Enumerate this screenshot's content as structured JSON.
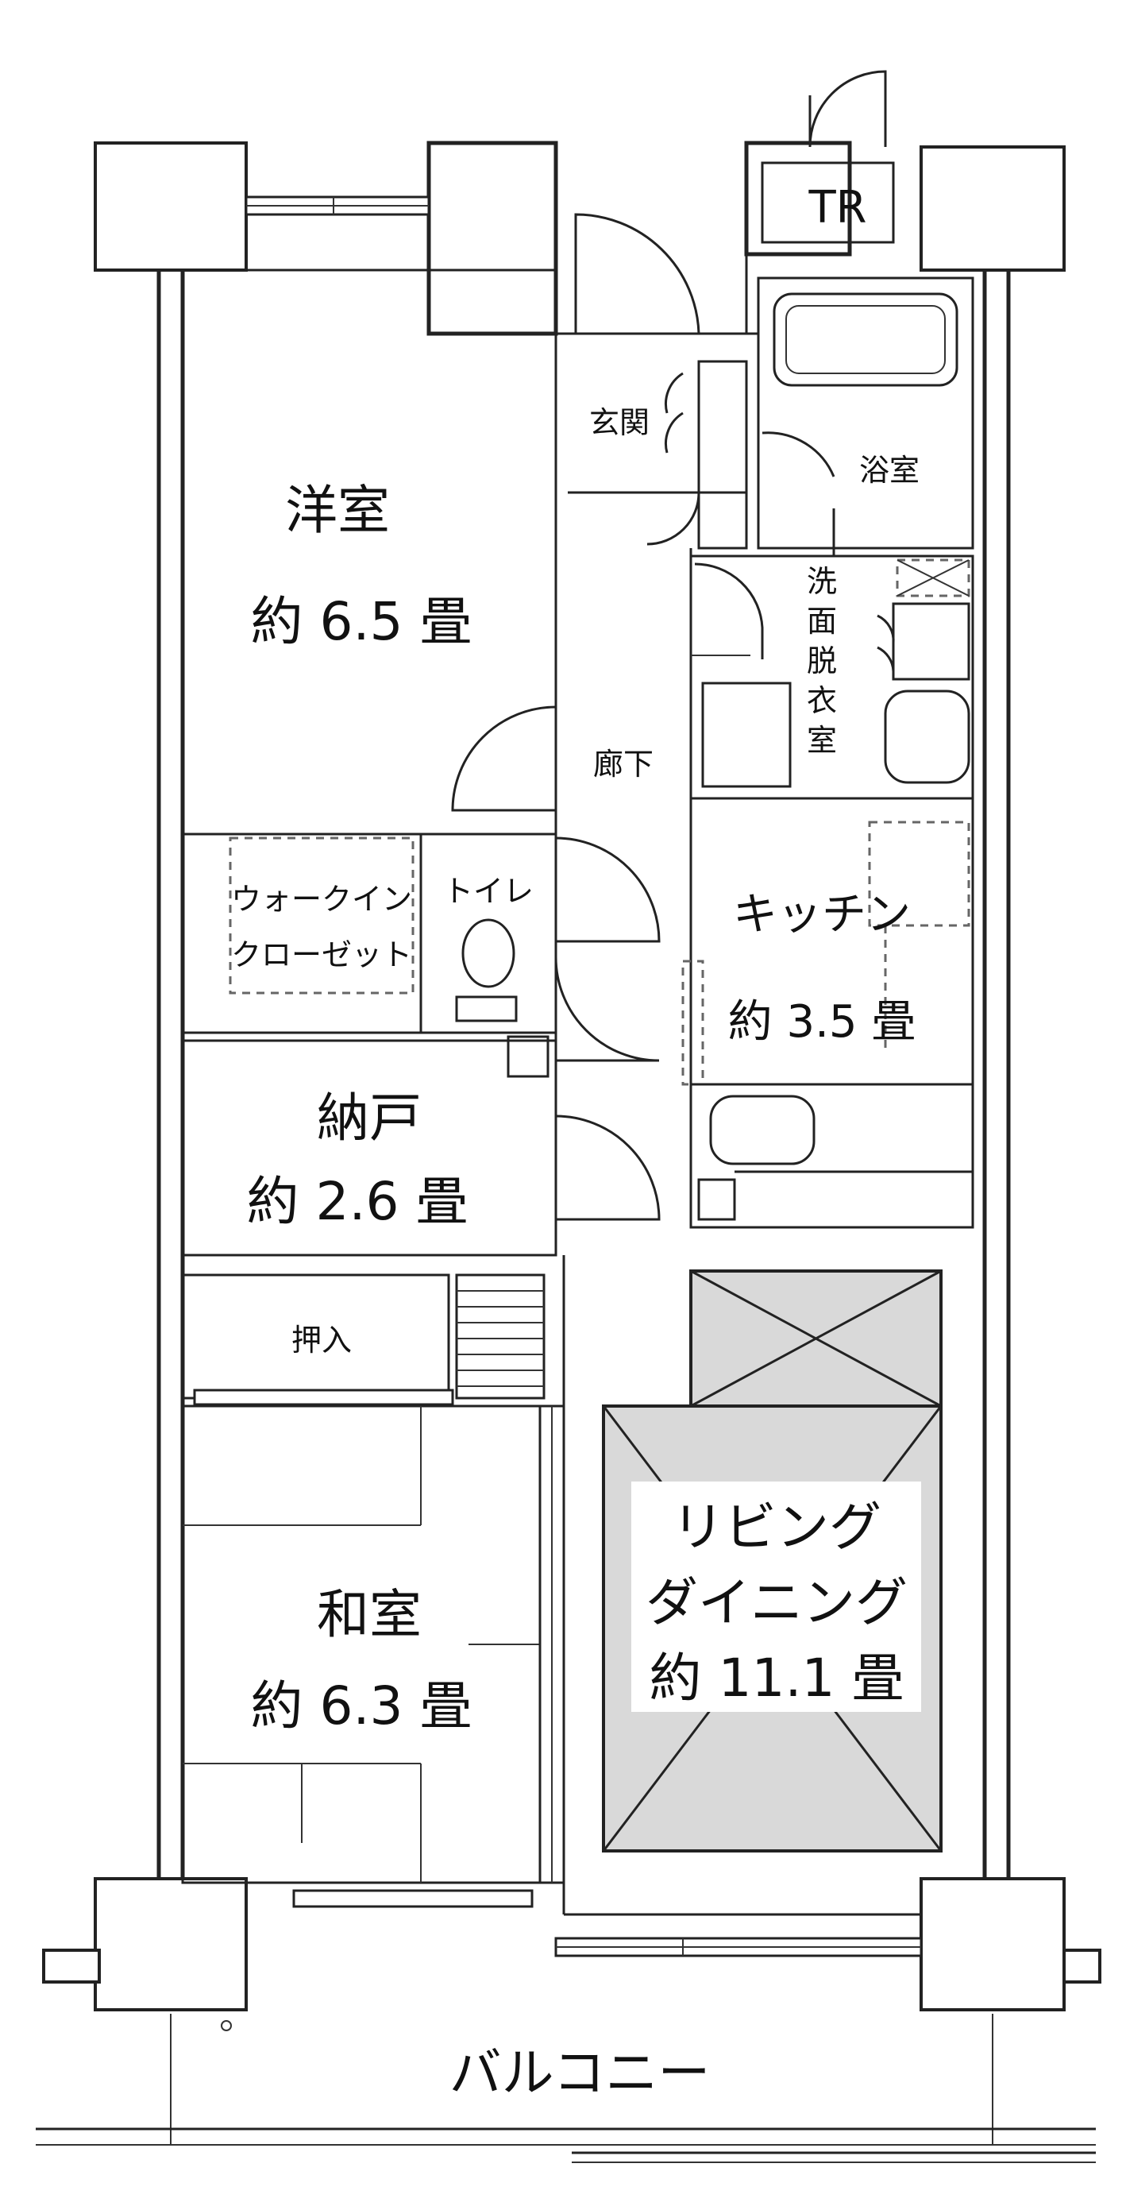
{
  "rooms": {
    "tr": "TR",
    "entrance": "玄関",
    "bath": "浴室",
    "western_name": "洋室",
    "western_size": "約 6.5 畳",
    "corridor": "廊下",
    "washroom_chars": [
      "洗",
      "面",
      "脱",
      "衣",
      "室"
    ],
    "walkin_line1": "ウォークイン",
    "walkin_line2": "クローゼット",
    "toilet": "トイレ",
    "kitchen_name": "キッチン",
    "kitchen_size": "約 3.5 畳",
    "storage_name": "納戸",
    "storage_size": "約 2.6 畳",
    "closet": "押入",
    "living_line1": "リビング",
    "living_line2": "ダイニング",
    "living_size": "約 11.1 畳",
    "japanese_name": "和室",
    "japanese_size": "約 6.3 畳",
    "balcony": "バルコニー"
  },
  "colors": {
    "wall_stroke": "#222222",
    "living_fill": "#d9d9d9",
    "label_bg": "#ffffff"
  }
}
